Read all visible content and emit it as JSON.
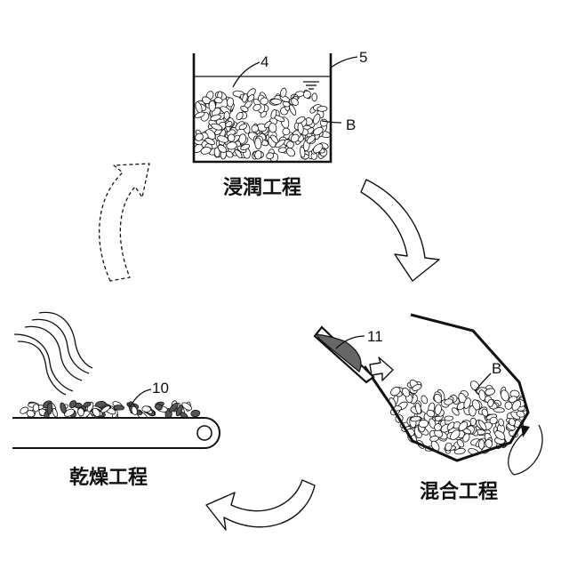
{
  "steps": {
    "soaking": {
      "label": "浸潤工程"
    },
    "mixing": {
      "label": "混合工程"
    },
    "drying": {
      "label": "乾燥工程"
    }
  },
  "refs": {
    "liquid": "4",
    "vessel": "5",
    "beans_soak": "B",
    "additive": "11",
    "beans_mix": "B",
    "conveyor": "10"
  },
  "colors": {
    "ink": "#111111",
    "additive_fill": "#666666"
  }
}
